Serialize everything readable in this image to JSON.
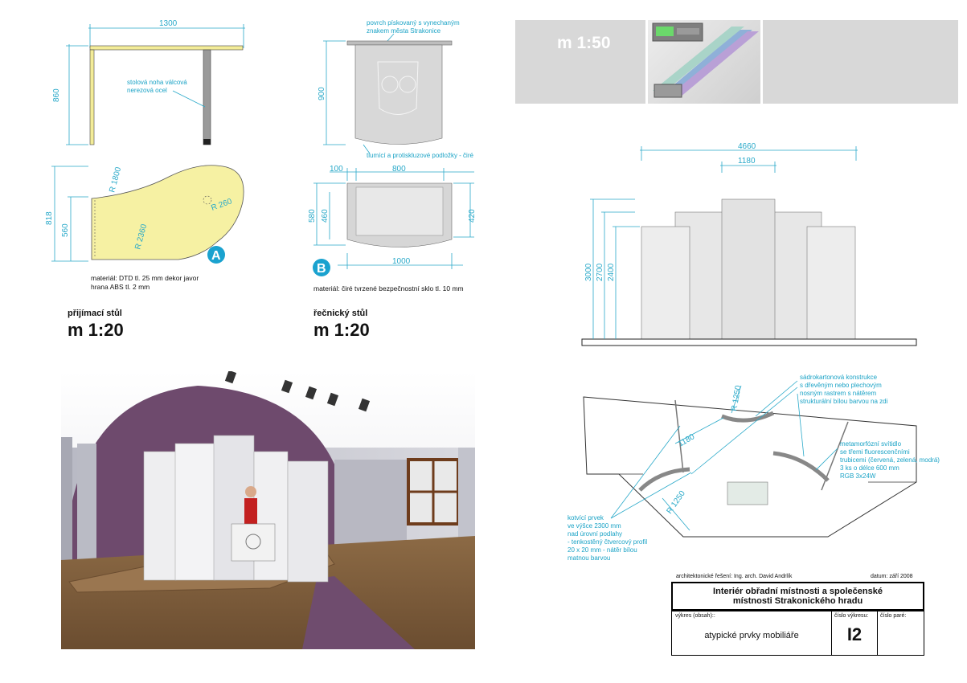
{
  "table_a": {
    "width_dim": "1300",
    "height_dim": "860",
    "leg_note_1": "stolová noha válcová",
    "leg_note_2": "nerezová ocel",
    "dim_r1800": "R 1800",
    "dim_r260": "R 260",
    "dim_r2360": "R 2360",
    "dim_818": "818",
    "dim_560": "560",
    "marker": "A",
    "material_1": "materiál: DTD tl. 25 mm dekor javor",
    "material_2": "hrana ABS tl. 2 mm",
    "name": "přijímací stůl",
    "scale": "m 1:20"
  },
  "lectern_b": {
    "note_top_1": "povrch pískovaný s vynechaným",
    "note_top_2": "znakem města Strakonice",
    "height_dim": "900",
    "note_bottom": "tlumící a protiskluzové podložky - čiré",
    "dim_100": "100",
    "dim_800": "800",
    "dim_580": "580",
    "dim_460": "460",
    "dim_420": "420",
    "dim_1000": "1000",
    "marker": "B",
    "material": "materiál: čiré tvrzené bezpečnostní sklo tl. 10 mm",
    "name": "řečnický stůl",
    "scale": "m 1:20"
  },
  "right_top": {
    "scale": "m 1:50"
  },
  "elevation": {
    "dim_4660": "4660",
    "dim_1180": "1180",
    "dim_3000": "3000",
    "dim_2700": "2700",
    "dim_2400": "2400"
  },
  "plan": {
    "note_1": "sádrokartonová konstrukce",
    "note_2": "s dřevěným nebo plechovým",
    "note_3": "nosným rastrem s nátěrem",
    "note_4": "strukturální bílou barvou na zdi",
    "light_1": "metamorfózní svítidlo",
    "light_2": "se třemi fluorescenčními",
    "light_3": "trubicemi",
    "light_3b": "(červená, zelená, modrá)",
    "light_4": "3 ks o délce 600 mm",
    "light_5": "RGB 3x24W",
    "anchor_1": "kotvící prvek",
    "anchor_2": "ve výšce 2300 mm",
    "anchor_3": "nad úrovní podlahy",
    "anchor_4": "- tenkostěný čtvercový profil",
    "anchor_5": "20 x 20 mm - nátěr bílou",
    "anchor_6": "matnou barvou",
    "dim_r1250_top": "R 1250",
    "dim_1180": "1180",
    "dim_r1250_left": "R 1250"
  },
  "title_block": {
    "architect": "architektonické řešení: Ing. arch. David Andrlík",
    "date": "datum: září 2008",
    "project_1": "Interiér obřadní místnosti a společenské",
    "project_2": "místnosti Strakonického hradu",
    "drawing_label": "výkres (obsah)::",
    "drawing_name": "atypické prvky mobiliáře",
    "number_label": "číslo výkresu:",
    "number": "I2",
    "copy_label": "číslo paré:"
  }
}
